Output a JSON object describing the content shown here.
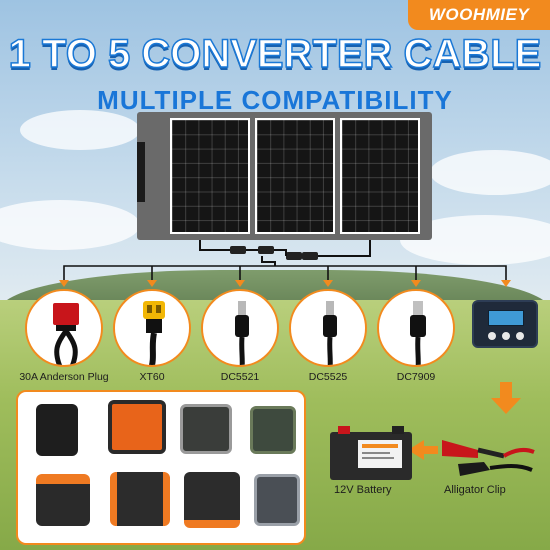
{
  "brand": {
    "logo_text": "WOOHMIEY"
  },
  "header": {
    "title": "1 TO 5 CONVERTER CABLE",
    "subtitle": "MULTIPLE COMPATIBILITY"
  },
  "connectors": [
    {
      "label": "30A Anderson Plug",
      "icon": "anderson-plug-icon"
    },
    {
      "label": "XT60",
      "icon": "xt60-plug-icon"
    },
    {
      "label": "DC5521",
      "icon": "dc-barrel-plug-icon"
    },
    {
      "label": "DC5525",
      "icon": "dc-barrel-plug-icon"
    },
    {
      "label": "DC7909",
      "icon": "dc-barrel-plug-icon"
    }
  ],
  "accessories": {
    "battery_label": "12V Battery",
    "clip_label": "Alligator Clip"
  },
  "colors": {
    "accent": "#f28a1e",
    "title_blue": "#1976d8",
    "panel_gray": "#6a6a6a",
    "cell_black": "#151515"
  }
}
